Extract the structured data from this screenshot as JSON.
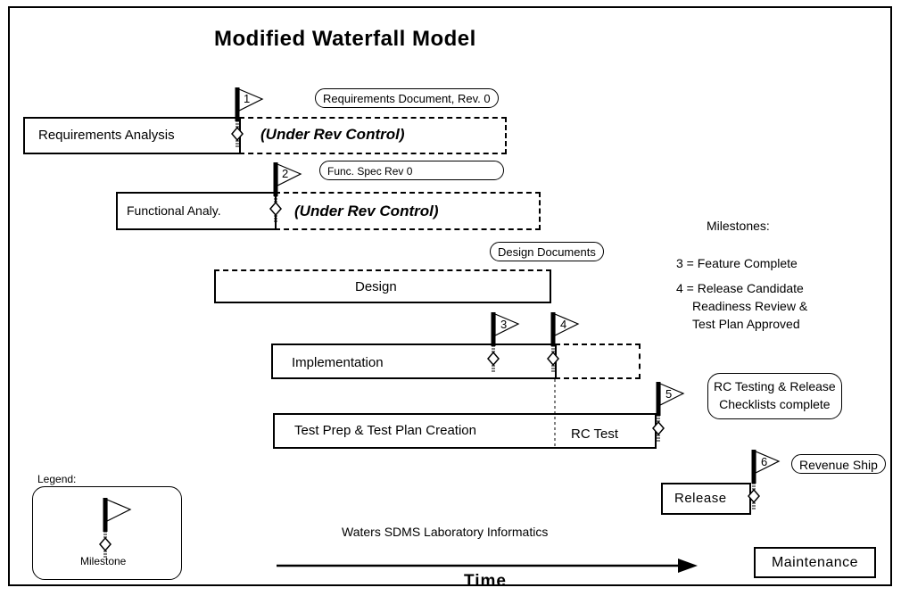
{
  "diagram": {
    "title": "Modified Waterfall Model",
    "phases": {
      "requirements": "Requirements Analysis",
      "functional": "Functional Analy.",
      "design": "Design",
      "implementation": "Implementation",
      "testprep": "Test Prep & Test Plan Creation",
      "rctest": "RC Test",
      "release": "Release",
      "maintenance": "Maintenance"
    },
    "rev_control": "(Under Rev Control)",
    "deliverables": {
      "req_doc": "Requirements Document, Rev. 0",
      "func_spec": "Func. Spec Rev 0",
      "design_docs": "Design Documents",
      "rc_testing_line1": "RC Testing & Release",
      "rc_testing_line2": "Checklists complete",
      "revenue_ship": "Revenue Ship"
    },
    "milestone_numbers": [
      "1",
      "2",
      "3",
      "4",
      "5",
      "6"
    ],
    "milestones_key": {
      "heading": "Milestones:",
      "m3": "3 = Feature Complete",
      "m4_line1": "4 = Release Candidate",
      "m4_line2": "Readiness Review &",
      "m4_line3": "Test Plan Approved"
    },
    "legend": {
      "title": "Legend:",
      "label": "Milestone"
    },
    "footer": "Waters SDMS Laboratory Informatics",
    "time_label": "Time"
  }
}
